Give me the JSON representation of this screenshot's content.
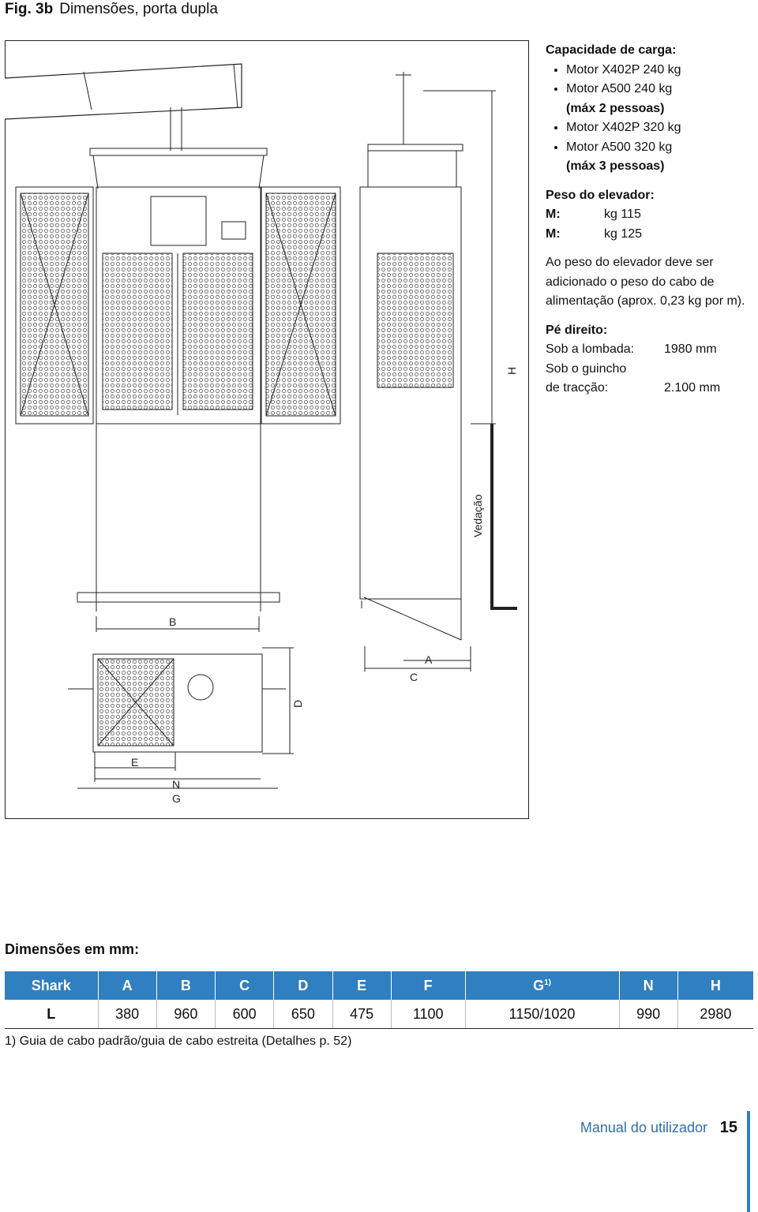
{
  "figure": {
    "number": "Fig. 3b",
    "title": "Dimensões, porta dupla"
  },
  "spec": {
    "capacity_heading": "Capacidade de carga:",
    "capacity_items": [
      "Motor X402P 240 kg",
      "Motor A500 240 kg",
      "(máx 2 pessoas)",
      "Motor X402P 320 kg",
      "Motor A500 320 kg",
      "(máx 3 pessoas)"
    ],
    "weight_heading": "Peso do elevador:",
    "weights": [
      {
        "label": "M:",
        "value": "kg 115"
      },
      {
        "label": "M:",
        "value": "kg 125"
      }
    ],
    "note": "Ao peso do elevador deve ser adicionado o peso do cabo de alimentação (aprox. 0,23 kg por m).",
    "headroom_heading": "Pé direito:",
    "headroom": [
      {
        "label": "Sob a lombada:",
        "value": "1980 mm"
      },
      {
        "label": "Sob o guincho",
        "value": ""
      },
      {
        "label": "de tracção:",
        "value": "2.100 mm"
      }
    ]
  },
  "drawing_labels": {
    "H": "H",
    "vedacao": "Vedação",
    "B": "B",
    "A": "A",
    "C": "C",
    "D": "D",
    "E": "E",
    "N": "N",
    "G": "G"
  },
  "dimensions": {
    "title": "Dimensões em mm:",
    "headers": [
      "Shark",
      "A",
      "B",
      "C",
      "D",
      "E",
      "F",
      "G",
      "N",
      "H"
    ],
    "header_sup": "1)",
    "row": [
      "L",
      "380",
      "960",
      "600",
      "650",
      "475",
      "1100",
      "1150/1020",
      "990",
      "2980"
    ],
    "footnote": "1) Guia de cabo padrão/guia de cabo estreita (Detalhes p. 52)"
  },
  "footer": {
    "label": "Manual do utilizador",
    "page": "15"
  },
  "colors": {
    "accent": "#2f7fc1"
  }
}
